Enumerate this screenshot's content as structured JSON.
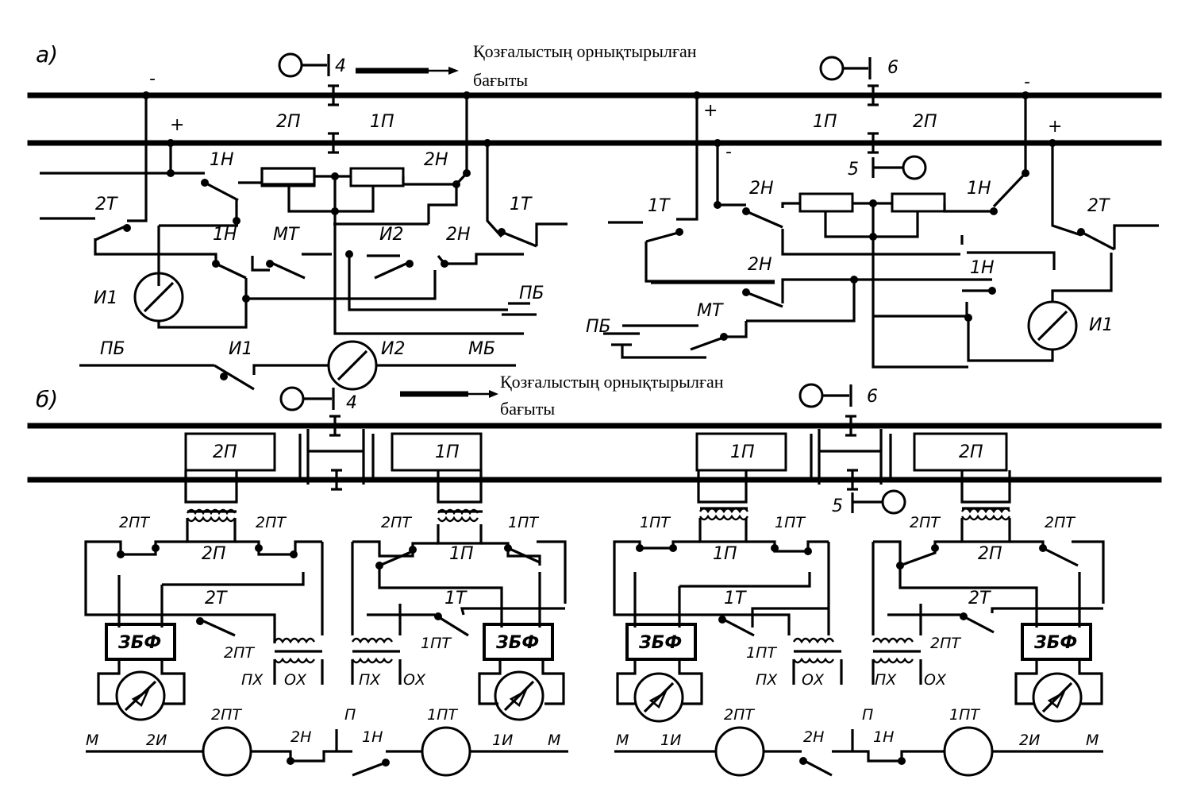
{
  "panel_a": {
    "label": "а)",
    "direction_note_line1": "Қозғалыстың орнықтырылған",
    "direction_note_line2": "бағыты",
    "signals": [
      "4",
      "6",
      "5"
    ],
    "track_sections": [
      "2П",
      "1П",
      "1П",
      "2П"
    ],
    "polarity": [
      "-",
      "+",
      "+",
      "-",
      "-",
      "+"
    ],
    "relays_left": [
      "2Т",
      "1Н",
      "1Н",
      "МТ",
      "И2",
      "2Н",
      "2Н",
      "1Т",
      "И1",
      "ПБ",
      "И1",
      "И2",
      "МБ",
      "ПБ"
    ],
    "relays_right": [
      "1Т",
      "2Н",
      "1Н",
      "2Т",
      "2Н",
      "1Н",
      "МТ",
      "ПБ",
      "И1"
    ]
  },
  "panel_b": {
    "label": "б)",
    "direction_note_line1": "Қозғалыстың орнықтырылған",
    "direction_note_line2": "бағыты",
    "signals": [
      "4",
      "6",
      "5"
    ],
    "track_sections": [
      "2П",
      "1П",
      "1П",
      "2П"
    ],
    "left_labels": [
      "2ПТ",
      "2ПТ",
      "2П",
      "2Т",
      "2ПТ",
      "ЗБФ",
      "ПХ",
      "ОХ",
      "М",
      "2И",
      "2ПТ",
      "2Н",
      "П"
    ],
    "left2_labels": [
      "2ПТ",
      "1ПТ",
      "1П",
      "1Т",
      "1ПТ",
      "ЗБФ",
      "ПХ",
      "ОХ",
      "1Н",
      "1ПТ",
      "1И",
      "М"
    ],
    "right_labels": [
      "1ПТ",
      "1ПТ",
      "1П",
      "1Т",
      "1ПТ",
      "ЗБФ",
      "ПХ",
      "ОХ",
      "М",
      "1И",
      "2ПТ",
      "2Н",
      "П"
    ],
    "right2_labels": [
      "2ПТ",
      "2ПТ",
      "2П",
      "2Т",
      "2ПТ",
      "ЗБФ",
      "ПХ",
      "ОХ",
      "1Н",
      "1ПТ",
      "2И",
      "М"
    ]
  }
}
